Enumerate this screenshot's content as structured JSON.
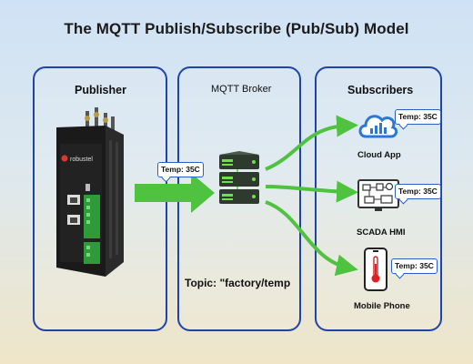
{
  "title": "The MQTT Publish/Subscribe (Pub/Sub) Model",
  "publisher": {
    "heading": "Publisher",
    "device_brand": "robustel"
  },
  "broker": {
    "heading": "MQTT Broker",
    "topic": "Topic: \"factory/temp"
  },
  "subscribers": {
    "heading": "Subscribers",
    "items": [
      {
        "label": "Cloud App",
        "message": "Temp: 35C",
        "icon": "cloud-icon"
      },
      {
        "label": "SCADA HMI",
        "message": "Temp: 35C",
        "icon": "scada-icon"
      },
      {
        "label": "Mobile Phone",
        "message": "Temp: 35C",
        "icon": "phone-thermometer-icon"
      }
    ]
  },
  "publish_message": "Temp: 35C",
  "colors": {
    "panel_border": "#1f44a8",
    "arrow": "#4fc23f",
    "server": "#2f3a2f",
    "led": "#6fe04a"
  }
}
